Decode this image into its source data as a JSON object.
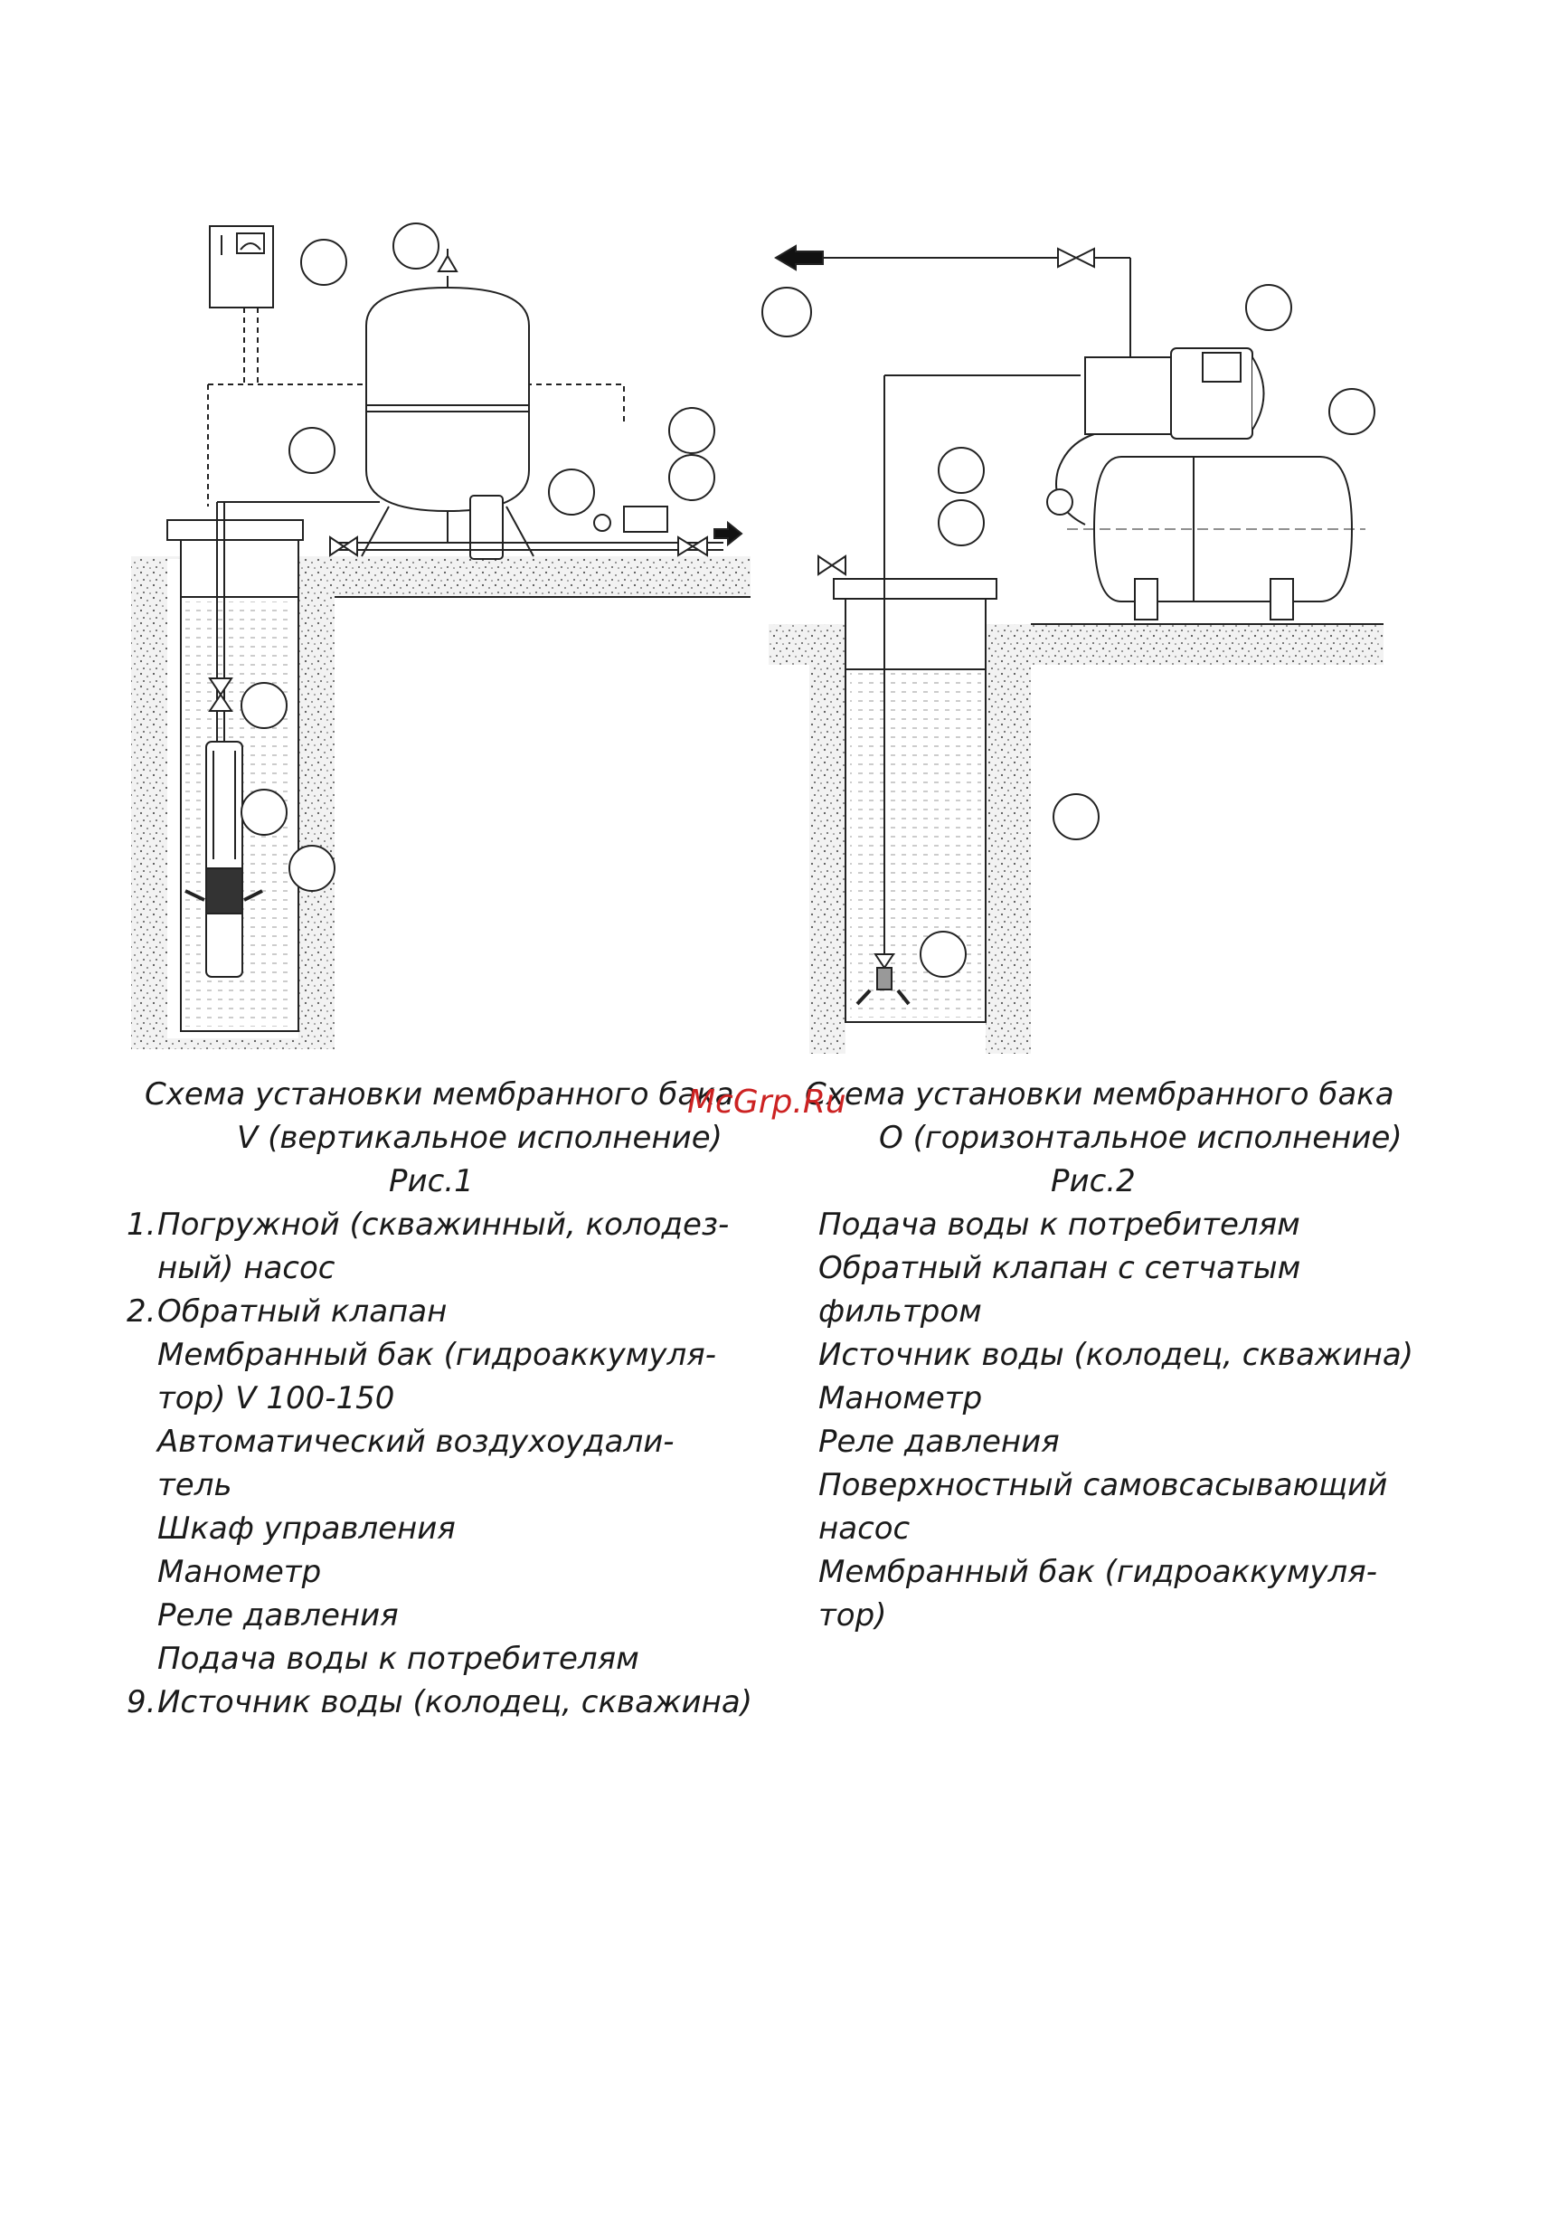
{
  "watermark": "McGrp.Ru",
  "fig1": {
    "caption_line1": "Схема установки мембранного бака",
    "caption_line2": "V  (вертикальное исполнение)",
    "figure_label": "Рис.1",
    "legend": [
      {
        "num": "1.",
        "text": "Погружной (скважинный, колодез-"
      },
      {
        "num": "",
        "text": "ный) насос"
      },
      {
        "num": "2.",
        "text": "Обратный клапан"
      },
      {
        "num": "",
        "text": "Мембранный бак (гидроаккумуля-"
      },
      {
        "num": "",
        "text": "тор)       V 100-150"
      },
      {
        "num": "",
        "text": "Автоматический воздухоудали-"
      },
      {
        "num": "",
        "text": "тель"
      },
      {
        "num": "",
        "text": "Шкаф управления"
      },
      {
        "num": "",
        "text": "Манометр"
      },
      {
        "num": "",
        "text": "Реле давления"
      },
      {
        "num": "",
        "text": "Подача воды к потребителям"
      },
      {
        "num": "9.",
        "text": "Источник воды (колодец, скважина)"
      }
    ]
  },
  "fig2": {
    "caption_line1": "Схема установки мембранного бака",
    "caption_line2": "O (горизонтальное исполнение)",
    "figure_label": "Рис.2",
    "legend": [
      "Подача воды к потребителям",
      "Обратный клапан с сетчатым",
      "фильтром",
      "Источник воды (колодец, скважина)",
      "Манометр",
      "Реле давления",
      "Поверхностный самовсасывающий",
      "насос",
      "Мембранный бак (гидроаккумуля-",
      "тор)"
    ]
  }
}
